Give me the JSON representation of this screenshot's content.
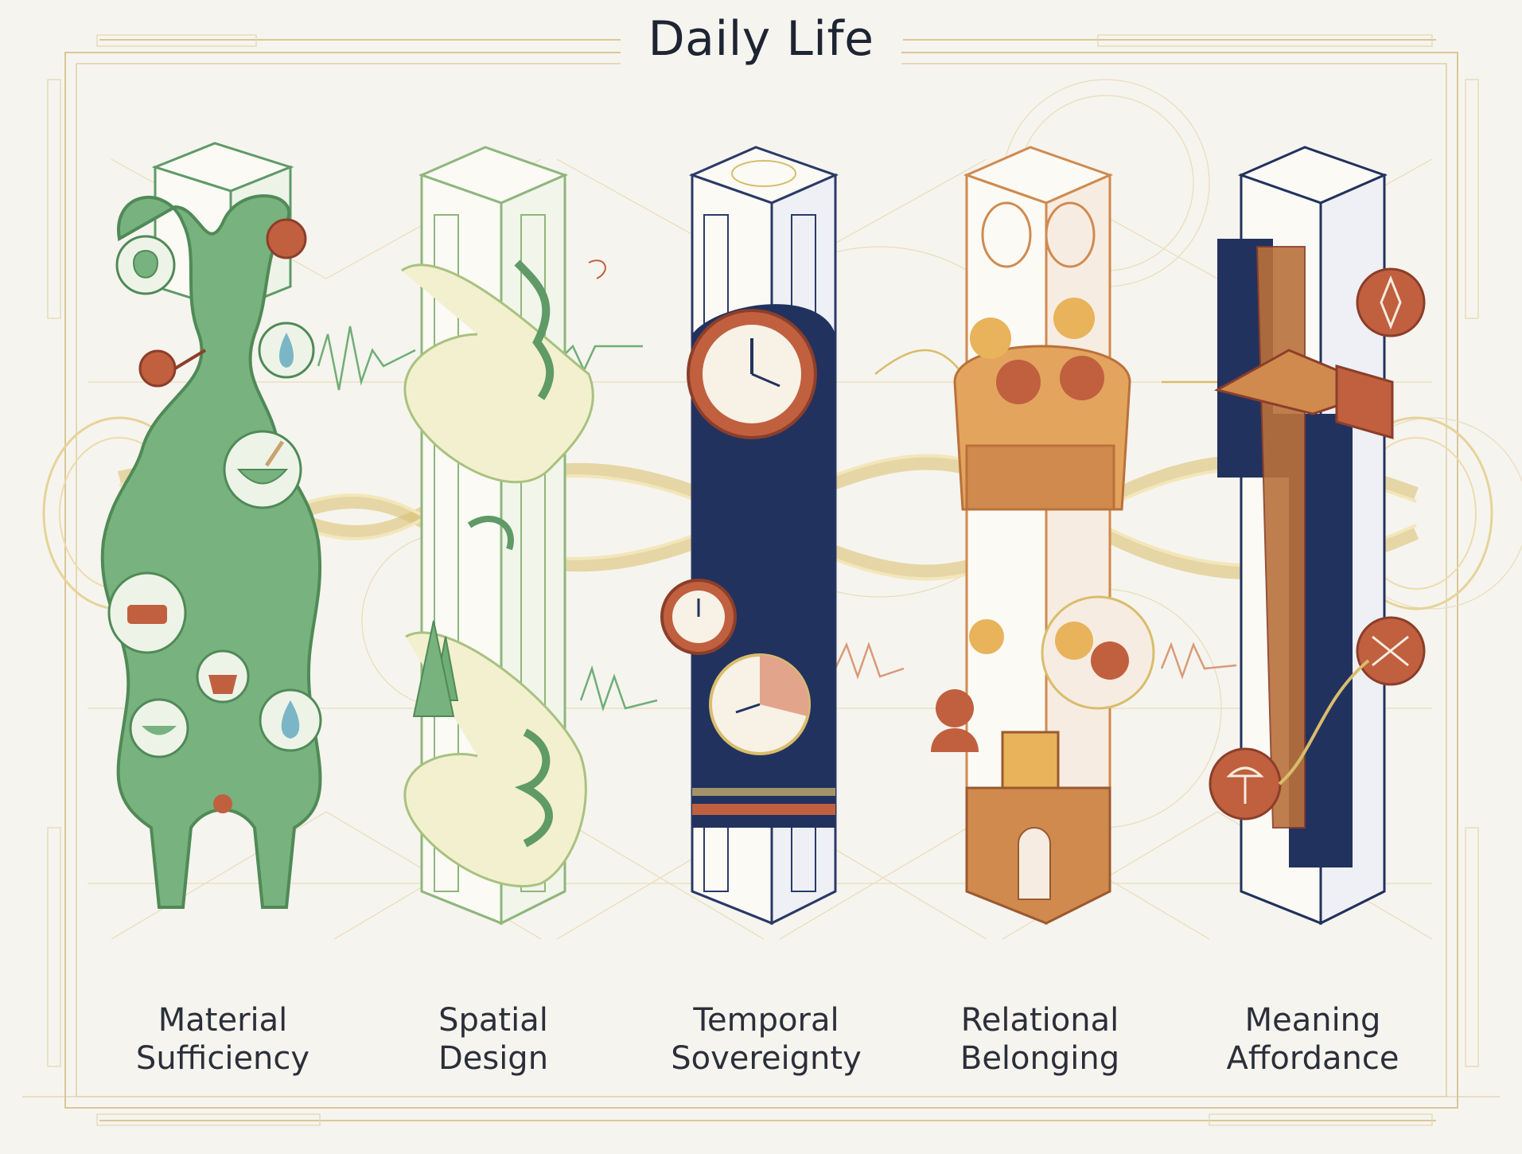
{
  "title": "Daily Life",
  "pillars": [
    {
      "id": "material",
      "line1": "Material",
      "line2": "Sufficiency",
      "color": "#6fae76"
    },
    {
      "id": "spatial",
      "line1": "Spatial",
      "line2": "Design",
      "color": "#9cc38a"
    },
    {
      "id": "temporal",
      "line1": "Temporal",
      "line2": "Sovereignty",
      "color": "#2b3a67"
    },
    {
      "id": "relational",
      "line1": "Relational",
      "line2": "Belonging",
      "color": "#d08a4e"
    },
    {
      "id": "meaning",
      "line1": "Meaning",
      "line2": "Affordance",
      "color": "#22325e"
    }
  ],
  "colors": {
    "gold": "#d8bd6c",
    "rust": "#c0603f",
    "paper": "#f6f4ee",
    "ink": "#2a2f3a"
  }
}
